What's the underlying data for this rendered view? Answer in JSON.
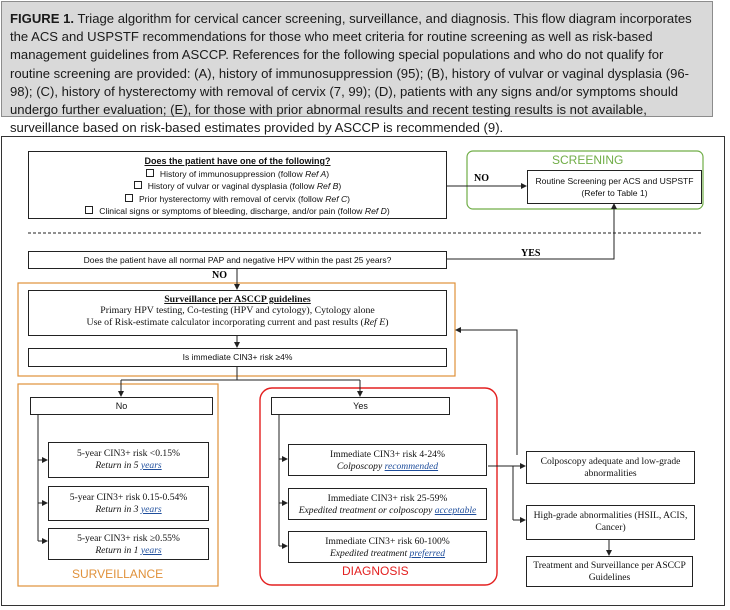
{
  "caption": {
    "figure_label": "FIGURE 1.",
    "text": "Triage algorithm for cervical cancer screening, surveillance, and diagnosis. This flow diagram incorporates the ACS and USPSTF recommendations for those who meet criteria for routine screening as well as risk-based management guidelines from ASCCP. References for the following special populations and who do not qualify for routine screening are provided: (A), history of immunosuppression (95); (B), history of vulvar or vaginal dysplasia (96-98); (C), history of hysterectomy with removal of cervix (7, 99); (D), patients with any signs and/or symptoms should undergo further evaluation; (E), for those with prior abnormal results and recent testing results is not available, surveillance based on risk-based estimates provided by ASCCP is recommended (9)."
  },
  "question1": {
    "title": "Does the patient have one of the following?",
    "items": [
      {
        "text": "History of immunosuppression (follow ",
        "ref": "Ref A",
        "close": ")"
      },
      {
        "text": "History of vulvar or vaginal dysplasia (follow ",
        "ref": "Ref B",
        "close": ")"
      },
      {
        "text": "Prior hysterectomy with removal of cervix (follow ",
        "ref": "Ref C",
        "close": ")"
      },
      {
        "text": "Clinical signs or symptoms of bleeding, discharge, and/or pain (follow ",
        "ref": "Ref D",
        "close": ")"
      }
    ]
  },
  "screening": {
    "group_label": "SCREENING",
    "box_line1": "Routine Screening per ACS and USPSTF",
    "box_line2": "(Refer to Table 1)"
  },
  "labels": {
    "no_top": "NO",
    "yes": "YES",
    "no_mid": "NO"
  },
  "question2": "Does the patient have all normal PAP and negative HPV within the past 25 years?",
  "surveillance_box": {
    "title": "Surveillance per ASCCP guidelines",
    "line1": "Primary HPV testing, Co-testing (HPV and cytology), Cytology alone",
    "line2_pre": "Use of Risk-estimate calculator incorporating current and past results (",
    "line2_ref": "Ref E",
    "line2_post": ")"
  },
  "risk_question": "Is immediate CIN3+ risk ≥4%",
  "branch_no": "No",
  "branch_yes": "Yes",
  "surveillance_items": [
    {
      "risk": "5-year CIN3+ risk <0.15%",
      "note_pre": "Return in 5 ",
      "note_link": "years"
    },
    {
      "risk": "5-year CIN3+ risk 0.15-0.54%",
      "note_pre": "Return in 3 ",
      "note_link": "years"
    },
    {
      "risk": "5-year CIN3+ risk ≥0.55%",
      "note_pre": "Return in 1 ",
      "note_link": "years"
    }
  ],
  "diagnosis_items": [
    {
      "risk": "Immediate CIN3+ risk 4-24%",
      "note_pre": "Colposcopy ",
      "note_link": "recommended"
    },
    {
      "risk": "Immediate CIN3+ risk 25-59%",
      "note_pre": "Expedited treatment or colposcopy ",
      "note_link": "acceptable"
    },
    {
      "risk": "Immediate CIN3+ risk 60-100%",
      "note_pre": "Expedited treatment ",
      "note_link": "preferred"
    }
  ],
  "outcomes": {
    "colposcopy": "Colposcopy adequate and low-grade abnormalities",
    "high_grade": "High-grade abnormalities (HSIL, ACIS, Cancer)",
    "treatment": "Treatment and Surveillance per ASCCP Guidelines"
  },
  "group_labels": {
    "surveillance": "SURVEILLANCE",
    "diagnosis": "DIAGNOSIS"
  },
  "colors": {
    "screening": "#70ad47",
    "surveillance": "#e0913a",
    "diagnosis": "#e32020",
    "caption_bg": "#d9d9d9",
    "link": "#1f4e9c"
  }
}
